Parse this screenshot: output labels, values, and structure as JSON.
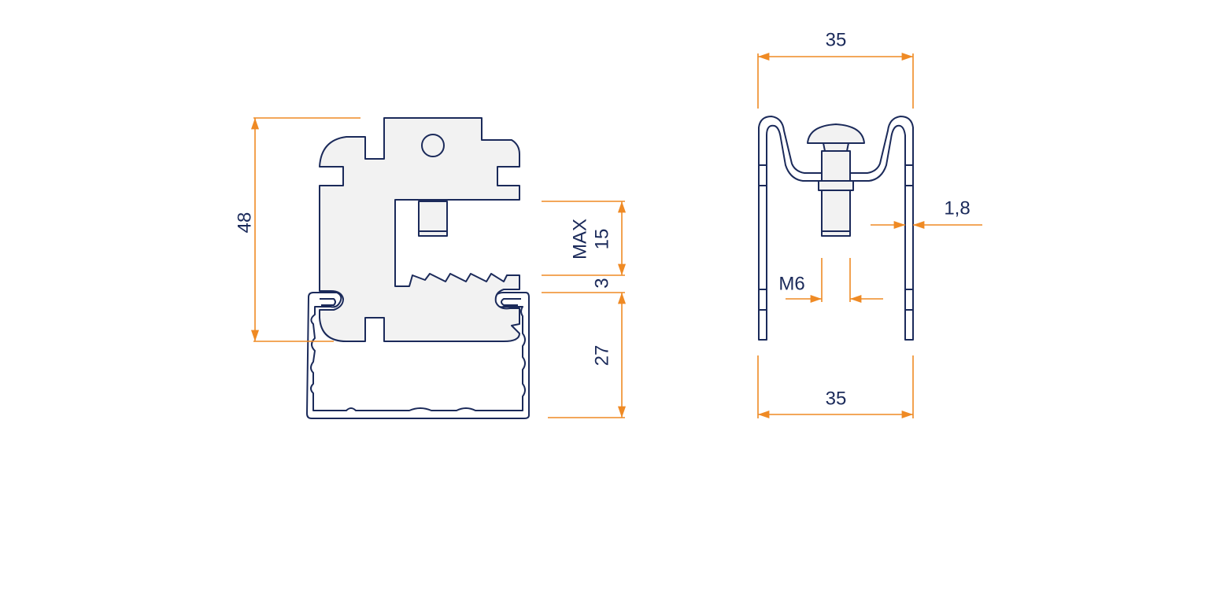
{
  "dimensions": {
    "side_height": "48",
    "max_label": "MAX",
    "max_value": "15",
    "gap": "3",
    "channel_height": "27",
    "top_width": "35",
    "bottom_width": "35",
    "thickness": "1,8",
    "thread": "M6"
  },
  "colors": {
    "outline": "#1b2a5a",
    "dimension": "#ef8a24",
    "fill": "#f2f2f2"
  }
}
